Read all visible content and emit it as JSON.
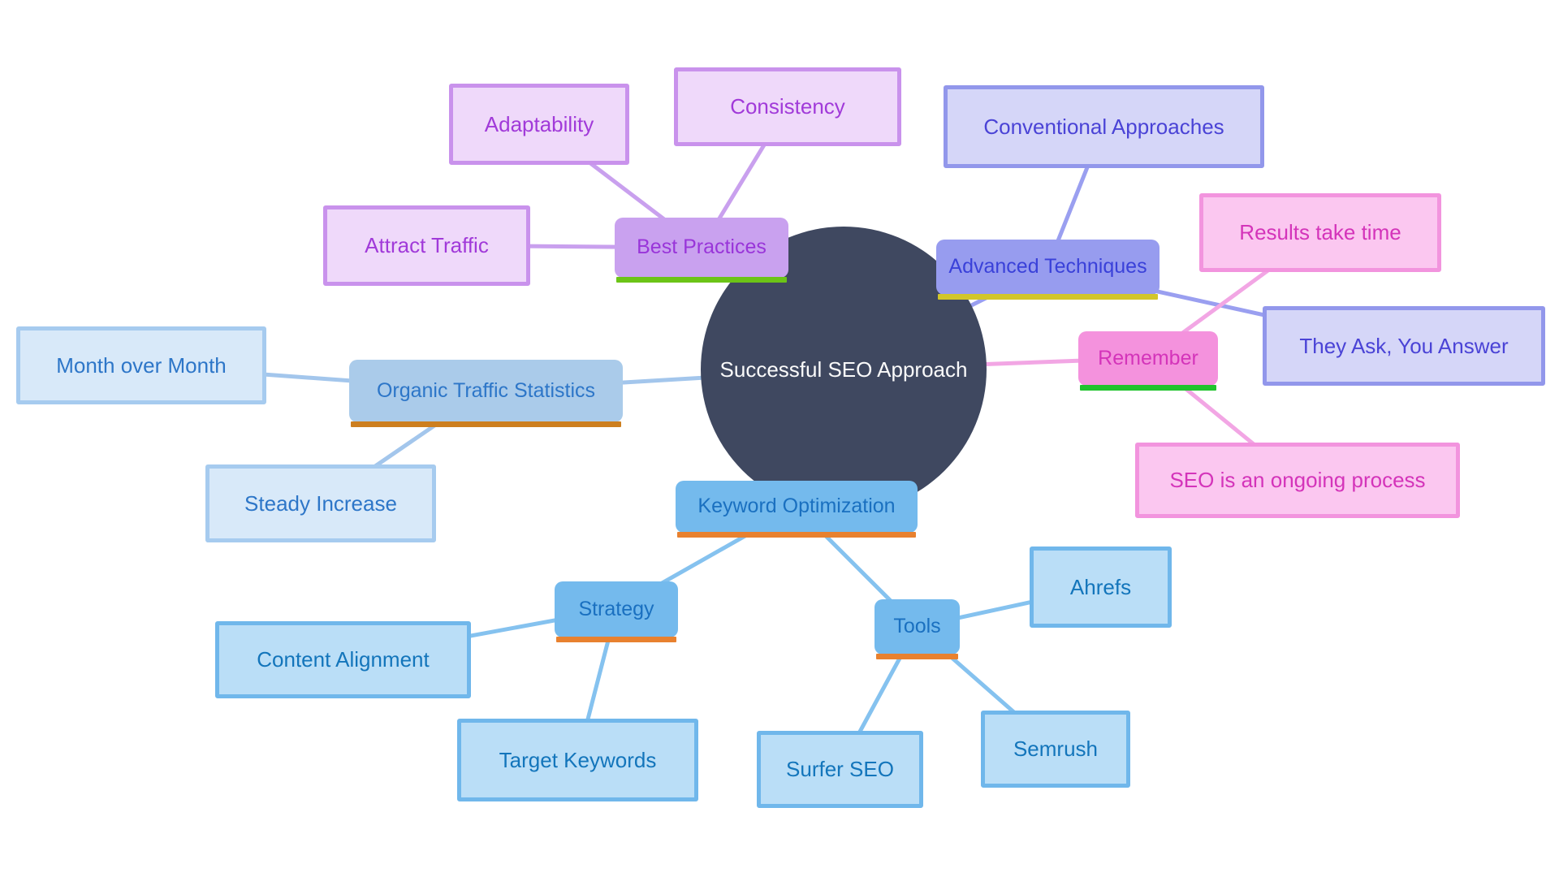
{
  "palette": {
    "background": "#ffffff",
    "center_fill": "#3f4860",
    "center_text": "#fafafa",
    "purple": {
      "branch_fill": "#c9a1ef",
      "branch_text": "#9935d9",
      "accent": "#6cc417",
      "leaf_fill": "#efd9fa",
      "leaf_border": "#c992ec",
      "leaf_text": "#a13ad9",
      "line": "#c9a0ee"
    },
    "periwinkle": {
      "branch_fill": "#979cef",
      "branch_text": "#3a41d9",
      "accent": "#d2c62a",
      "leaf_fill": "#d5d6f8",
      "leaf_border": "#9297eb",
      "leaf_text": "#4a43d6",
      "line": "#9a9ff0"
    },
    "pink": {
      "branch_fill": "#f492dd",
      "branch_text": "#d434ba",
      "accent": "#1fc32c",
      "leaf_fill": "#fbc7f0",
      "leaf_border": "#f294de",
      "leaf_text": "#d434ba",
      "line": "#f2a6e4"
    },
    "blue": {
      "branch_fill": "#aacbea",
      "branch_text": "#2d76c8",
      "accent": "#cd7f1f",
      "leaf_fill": "#d8e9f9",
      "leaf_border": "#a6cbef",
      "leaf_text": "#2d76c8",
      "line": "#a3c6ec"
    },
    "sky": {
      "branch_fill": "#74baed",
      "branch_text": "#1a70c0",
      "accent": "#e8812f",
      "leaf_fill": "#badef7",
      "leaf_border": "#70b7eb",
      "leaf_text": "#1375bb",
      "line": "#85c2ef"
    }
  },
  "center": {
    "label": "Successful SEO Approach"
  },
  "branches": {
    "best_practices": {
      "label": "Best Practices"
    },
    "advanced_techniques": {
      "label": "Advanced Techniques"
    },
    "organic_traffic_statistics": {
      "label": "Organic Traffic Statistics"
    },
    "remember": {
      "label": "Remember"
    },
    "keyword_optimization": {
      "label": "Keyword Optimization"
    },
    "strategy": {
      "label": "Strategy"
    },
    "tools": {
      "label": "Tools"
    }
  },
  "leaves": {
    "adaptability": {
      "label": "Adaptability"
    },
    "consistency": {
      "label": "Consistency"
    },
    "attract_traffic": {
      "label": "Attract Traffic"
    },
    "conventional_approaches": {
      "label": "Conventional Approaches"
    },
    "results_take_time": {
      "label": "Results take time"
    },
    "they_ask_you_answer": {
      "label": "They Ask, You Answer"
    },
    "seo_is_an_ongoing_process": {
      "label": "SEO is an ongoing process"
    },
    "month_over_month": {
      "label": "Month over Month"
    },
    "steady_increase": {
      "label": "Steady Increase"
    },
    "content_alignment": {
      "label": "Content Alignment"
    },
    "target_keywords": {
      "label": "Target Keywords"
    },
    "surfer_seo": {
      "label": "Surfer SEO"
    },
    "semrush": {
      "label": "Semrush"
    },
    "ahrefs": {
      "label": "Ahrefs"
    }
  }
}
